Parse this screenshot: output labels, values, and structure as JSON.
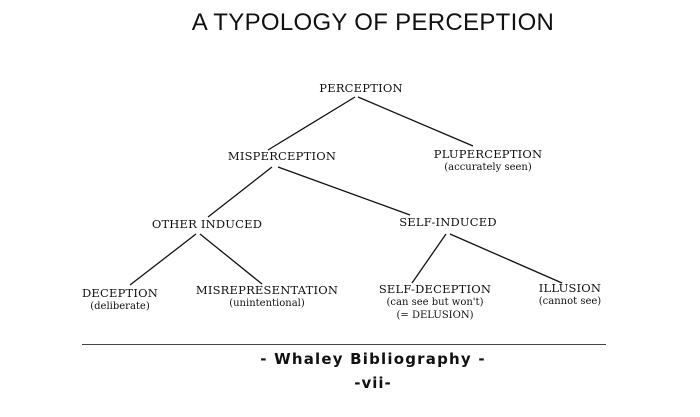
{
  "title": "A TYPOLOGY OF PERCEPTION",
  "tree": {
    "perception": {
      "label": "PERCEPTION"
    },
    "misperception": {
      "label": "MISPERCEPTION"
    },
    "pluperception": {
      "label": "PLUPERCEPTION",
      "note": "(accurately seen)"
    },
    "other_induced": {
      "label": "OTHER INDUCED"
    },
    "self_induced": {
      "label": "SELF-INDUCED"
    },
    "deception": {
      "label": "DECEPTION",
      "note": "(deliberate)"
    },
    "misrepresentation": {
      "label": "MISREPRESENTATION",
      "note": "(unintentional)"
    },
    "self_deception": {
      "label": "SELF-DECEPTION",
      "note": "(can see but won't)",
      "note2": "(= DELUSION)"
    },
    "illusion": {
      "label": "ILLUSION",
      "note": "(cannot see)"
    }
  },
  "footer": {
    "source": "- Whaley Bibliography -",
    "page": "-vii-"
  }
}
